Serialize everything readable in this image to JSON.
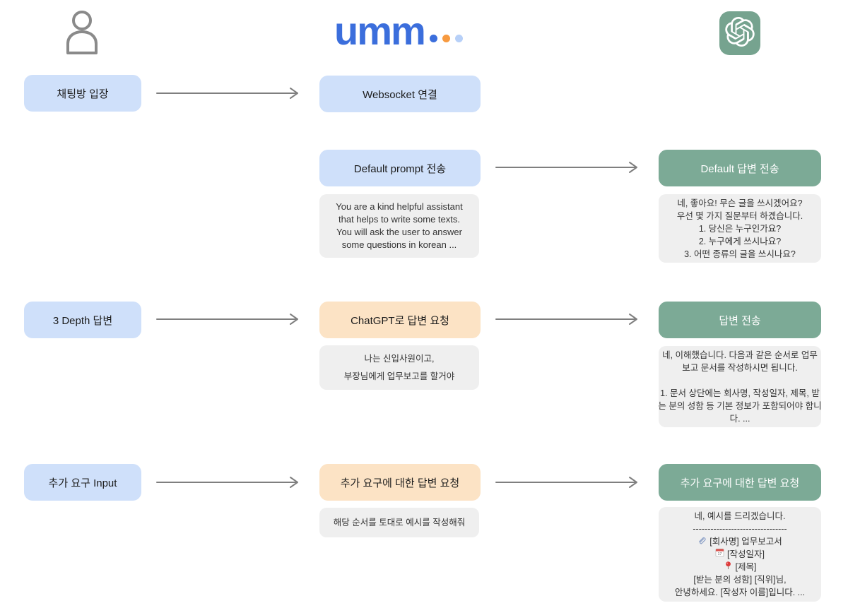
{
  "header": {
    "logo_text": "umm",
    "logo_color": "#3b6edc",
    "logo_dot_colors": [
      "#3b6edc",
      "#f79a40",
      "#b7d0f8"
    ],
    "chatgpt_tile_color": "#76a38f"
  },
  "colors": {
    "user_step_bg": "#cfe0fa",
    "server_request_bg": "#fce3c5",
    "gpt_step_bg": "#7caa96",
    "note_bg": "#efefef",
    "arrow": "#7f7f7f"
  },
  "rows": [
    {
      "user_box": "채팅방 입장",
      "server_box": "Websocket 연결"
    },
    {
      "server_box": "Default prompt 전송",
      "server_note": [
        "You are a kind helpful assistant",
        "that helps to write some texts.",
        "You will ask the user to answer",
        "some questions in korean ..."
      ],
      "gpt_box": "Default 답변 전송",
      "gpt_note": [
        "네, 좋아요! 무슨 글을 쓰시겠어요?",
        "우선 몇 가지 질문부터 하겠습니다.",
        "1. 당신은 누구인가요?",
        "2. 누구에게 쓰시나요?",
        "3. 어떤 종류의 글을 쓰시나요?"
      ]
    },
    {
      "user_box": "3 Depth 답변",
      "server_box": "ChatGPT로 답변 요청",
      "server_note": [
        "나는 신입사원이고,",
        "부장님에게 업무보고를 할거야"
      ],
      "gpt_box": "답변 전송",
      "gpt_note": [
        "네, 이해했습니다. 다음과 같은 순서로 업무",
        "보고 문서를 작성하시면 됩니다.",
        "",
        "1. 문서 상단에는 회사명, 작성일자, 제목, 받",
        "는 분의 성함 등 기본 정보가 포함되어야 합니",
        "다. ..."
      ]
    },
    {
      "user_box": "추가 요구 Input",
      "server_box": "추가 요구에 대한 답변 요청",
      "server_note": [
        "해당 순서를 토대로 예시를 작성해줘"
      ],
      "gpt_box": "추가 요구에 대한 답변 요청",
      "gpt_note_lines": [
        {
          "text": "네, 예시를 드리겠습니다."
        },
        {
          "text": "--------------------------------"
        },
        {
          "icon": "paperclip-icon",
          "text": "[회사명] 업무보고서"
        },
        {
          "icon": "calendar-icon",
          "text": "[작성일자]"
        },
        {
          "icon": "pushpin-icon",
          "text": "[제목]"
        },
        {
          "text": "[받는 분의 성함] [직위]님,"
        },
        {
          "text": "안녕하세요. [작성자 이름]입니다.  ..."
        }
      ]
    }
  ]
}
